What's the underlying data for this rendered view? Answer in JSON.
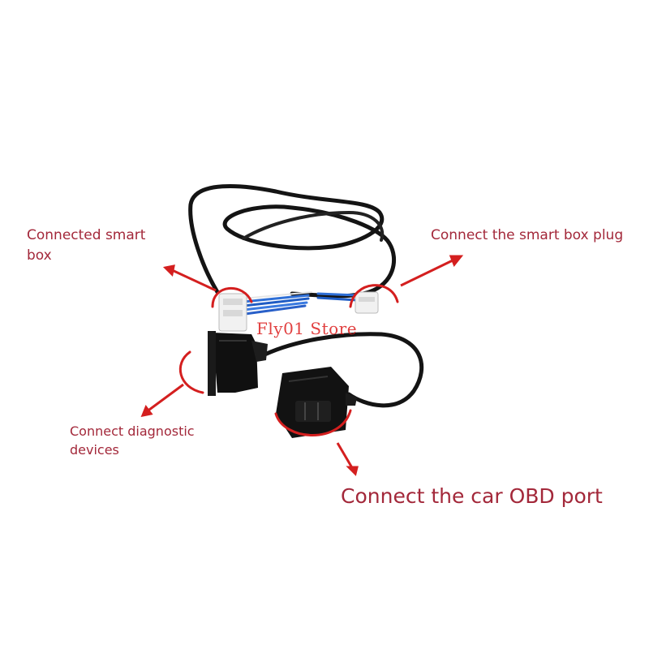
{
  "colors": {
    "annotation": "#a3283a",
    "arrow": "#d41f1f",
    "cable": "#141414",
    "wire_blue": "#2f6fd6",
    "connector_white": "#f1f1f1",
    "watermark": "#dc1f1f"
  },
  "labels": {
    "smart_box": [
      "Connected smart",
      "box"
    ],
    "smart_box_plug": "Connect the smart box plug",
    "diagnostic": [
      "Connect diagnostic",
      "devices"
    ],
    "obd_port": "Connect the car OBD port"
  },
  "watermark": "Fly01 Store",
  "icons": [
    "obd-cable-harness",
    "obd-plug",
    "female-obd-socket",
    "white-connector-plug",
    "arrow-icon",
    "highlight-circle"
  ]
}
